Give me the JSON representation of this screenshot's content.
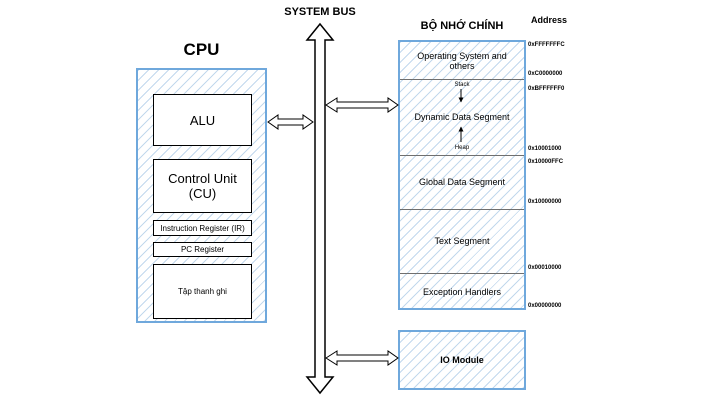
{
  "system_bus": {
    "label": "SYSTEM BUS"
  },
  "cpu": {
    "title": "CPU",
    "alu": "ALU",
    "control_unit_line1": "Control Unit",
    "control_unit_line2": "(CU)",
    "instruction_register": "Instruction Register (IR)",
    "pc_register": "PC Register",
    "register_file": "Tập thanh ghi"
  },
  "memory": {
    "title": "BỘ NHỚ CHÍNH",
    "address_header": "Address",
    "segments": {
      "os": "Operating System and others",
      "dynamic": "Dynamic Data Segment",
      "stack": "Stack",
      "heap": "Heap",
      "global": "Global Data Segment",
      "text": "Text Segment",
      "exception": "Exception Handlers"
    },
    "addresses": {
      "a0": "0xFFFFFFFC",
      "a1": "0xC0000000",
      "a2": "0xBFFFFFF0",
      "a3": "0x10001000",
      "a4": "0x10000FFC",
      "a5": "0x10000000",
      "a6": "0x00010000",
      "a7": "0x00000000"
    }
  },
  "io": {
    "label": "IO Module"
  }
}
